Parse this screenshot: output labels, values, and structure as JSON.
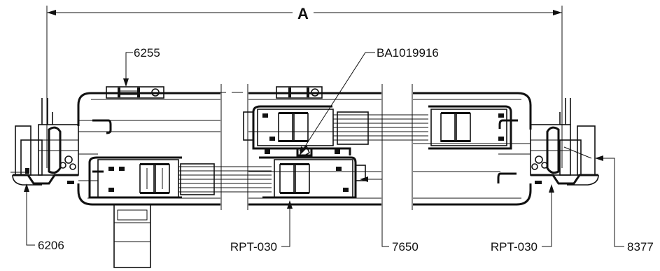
{
  "dimension": {
    "label": "A"
  },
  "callouts": {
    "c6255": "6255",
    "cBA1019916": "BA1019916",
    "c6206": "6206",
    "cRPT030_left": "RPT-030",
    "c7650": "7650",
    "cRPT030_right": "RPT-030",
    "c8377": "8377"
  }
}
